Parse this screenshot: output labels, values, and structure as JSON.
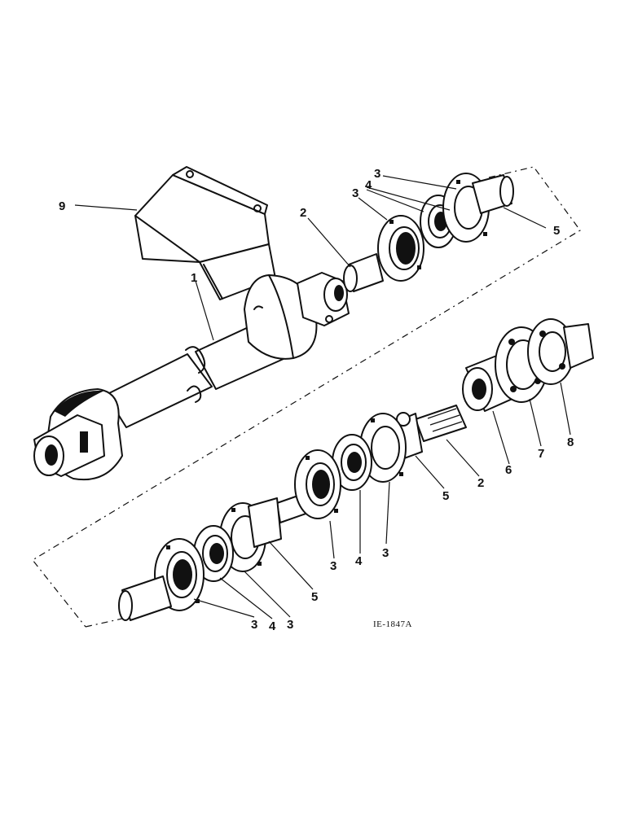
{
  "figure": {
    "drawing_code": "IE-1847A",
    "callouts": {
      "guard": "9",
      "tube": "1",
      "upper_shaft": "2",
      "upper_flange_a": "3",
      "upper_flange_b": "3",
      "upper_bearing": "4",
      "upper_collar": "5",
      "lower_shaft": "2",
      "collar_mid": "5",
      "flange_mid_right": "3",
      "bearing_mid": "4",
      "flange_mid_left": "3",
      "collar_left": "5",
      "flange_bottom_a": "3",
      "bearing_bottom": "4",
      "flange_bottom_b": "3",
      "clutch_hub": "6",
      "clutch_plate": "7",
      "clutch_yoke": "8"
    }
  }
}
